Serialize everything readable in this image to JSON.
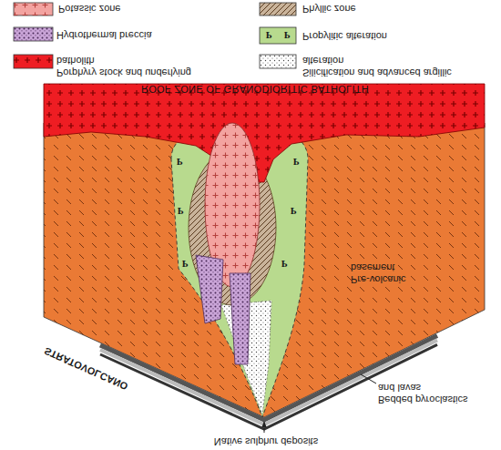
{
  "diagram": {
    "nodes": [
      {
        "text": [
          "ROOF ZONE OF GRANODIORITIC BATHOLITH"
        ]
      }
    ],
    "labels": [
      "Pre-volcanic basement",
      "STRATOVOLCANO",
      "Bedded pyroclastics and lavas",
      "Native sulphur deposits",
      "P",
      "P",
      "P",
      "P",
      "P",
      "P",
      "P",
      "P"
    ],
    "legend": [
      {
        "text": "Porphyry stock and underlying batholith",
        "color": "#ee1d23"
      },
      {
        "text": "Silicification and advanced argillic alteration"
      },
      {
        "text": "Hydrothermal breccia"
      },
      {
        "text": "Propylitic alteration",
        "color": "#b8da8e"
      },
      {
        "text": "Potassic zone",
        "color": "#f3a3a0"
      },
      {
        "text": "Phyllic zone"
      }
    ]
  }
}
